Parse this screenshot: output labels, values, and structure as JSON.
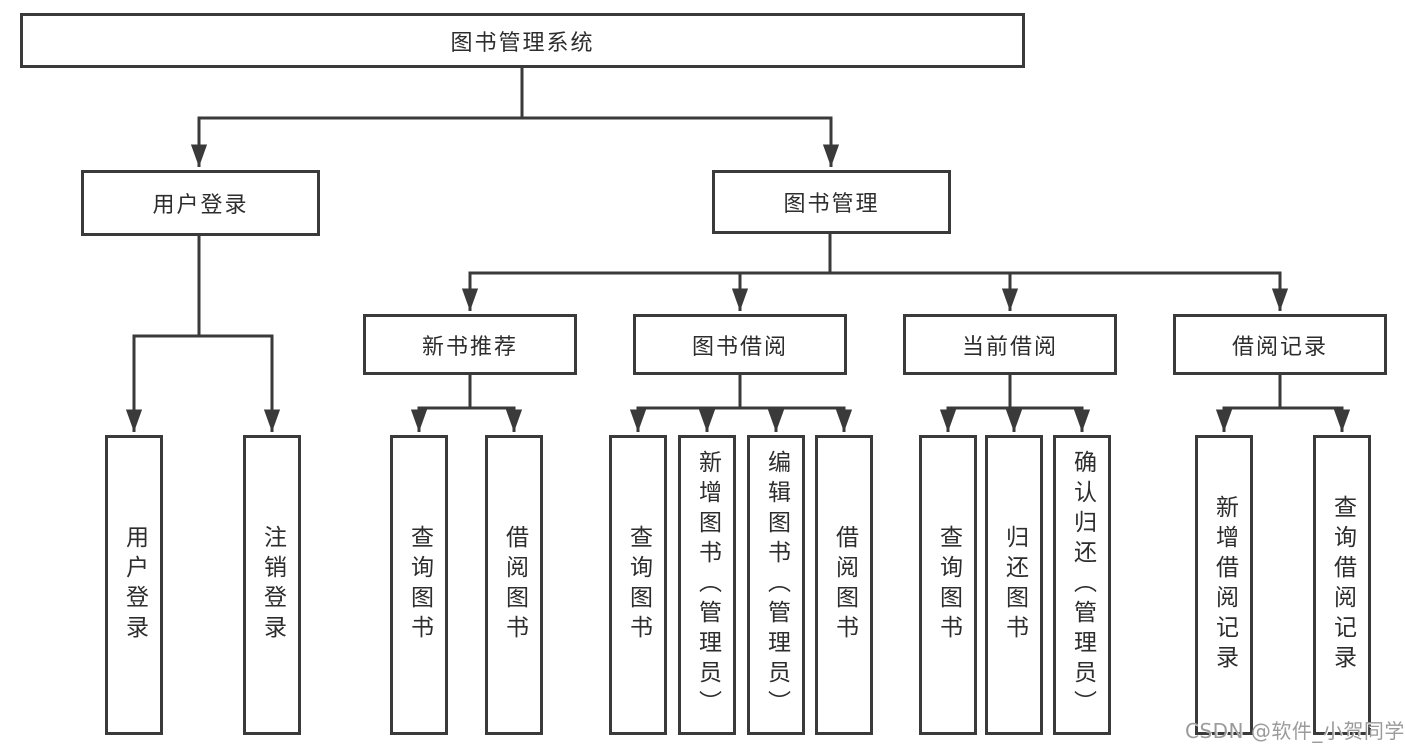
{
  "diagram": {
    "root": {
      "label": "图书管理系统"
    },
    "branches": [
      {
        "label": "用户登录",
        "children": [
          {
            "label": "用户登录"
          },
          {
            "label": "注销登录"
          }
        ]
      },
      {
        "label": "图书管理",
        "children": [
          {
            "label": "新书推荐",
            "children": [
              {
                "label": "查询图书"
              },
              {
                "label": "借阅图书"
              }
            ]
          },
          {
            "label": "图书借阅",
            "children": [
              {
                "label": "查询图书"
              },
              {
                "label": "新增图书（管理员）"
              },
              {
                "label": "编辑图书（管理员）"
              },
              {
                "label": "借阅图书"
              }
            ]
          },
          {
            "label": "当前借阅",
            "children": [
              {
                "label": "查询图书"
              },
              {
                "label": "归还图书"
              },
              {
                "label": "确认归还（管理员）"
              }
            ]
          },
          {
            "label": "借阅记录",
            "children": [
              {
                "label": "新增借阅记录"
              },
              {
                "label": "查询借阅记录"
              }
            ]
          }
        ]
      }
    ]
  },
  "watermark": {
    "text": "CSDN @软件_小贺同学"
  },
  "colors": {
    "line": "#3a3a3a",
    "text": "#2d2d2d",
    "watermark": "#9b9b9b",
    "background": "#ffffff"
  }
}
